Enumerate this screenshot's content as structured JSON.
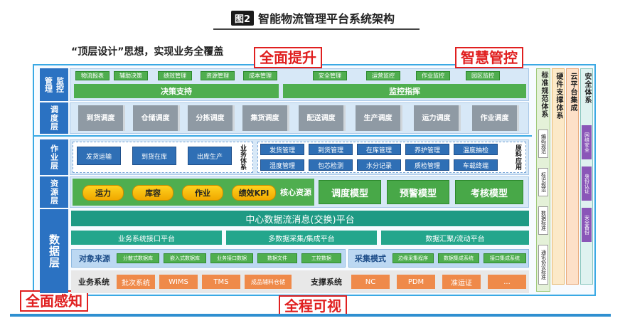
{
  "title": {
    "fig": "图2",
    "text": "智能物流管理平台系统架构"
  },
  "subtitle": "“顶层设计”思想，实现业务全覆盖",
  "callouts": [
    "全面提升",
    "智慧管控",
    "全面感知",
    "全程可视"
  ],
  "layers": {
    "mgmt": {
      "label_a": "管理",
      "label_b": "监控"
    },
    "dispatch": "调度层",
    "ops": "作业层",
    "resource": "资源层",
    "data": "数据层"
  },
  "mgmt_tabs": [
    "物流报表",
    "辅助决策",
    "绩效管理",
    "资源管理",
    "成本管理",
    "安全管理",
    "运营监控",
    "作业监控",
    "园区监控"
  ],
  "mgmt_bars": [
    "决策支持",
    "监控指挥"
  ],
  "dispatch_items": [
    "到货调度",
    "仓储调度",
    "分拣调度",
    "集货调度",
    "配送调度",
    "生产调度",
    "运力调度",
    "作业调度"
  ],
  "ops_left": [
    "发货运输",
    "到货在库",
    "出库生产"
  ],
  "ops_left_label": "业务体系",
  "ops_right": [
    "发货管理",
    "到货管理",
    "在库管理",
    "养护管理",
    "温度抽检",
    "湿度管理",
    "包芯检测",
    "水分记录",
    "质检管理",
    "车载终端"
  ],
  "ops_right_label": "原料应用",
  "resource_cyl": [
    "运力",
    "库容",
    "作业",
    "绩效KPI"
  ],
  "resource_label": "核心资源",
  "resource_models": [
    "调度模型",
    "预警模型",
    "考核模型"
  ],
  "data_bar": "中心数据流消息(交换)平台",
  "data_platforms": [
    "业务系统接口平台",
    "多数据采集/集成平台",
    "数据汇聚/流动平台"
  ],
  "source_label": "对象来源",
  "source_items": [
    "分散式数据库",
    "嵌入式数据库",
    "业务接口数据",
    "数据文件",
    "工控数据"
  ],
  "collect_label": "采集模式",
  "collect_items": [
    "边缘采集程序",
    "数据集成系统",
    "接口集成系统"
  ],
  "biz_label": "业务系统",
  "biz_items": [
    "批次系统",
    "WIMS",
    "TMS",
    "成品辅料仓储"
  ],
  "support_label": "支撑系统",
  "support_items": [
    "NC",
    "PDM",
    "准运证",
    "..."
  ],
  "right_cols": {
    "col1": "标准规范体系",
    "col1_sub": [
      "编码规范",
      "标识规范",
      "数据标准",
      "通讯协议标准"
    ],
    "col2": "硬件支撑体系",
    "col3": "云平台集成",
    "col4": "安全体系",
    "col4_sub": [
      "网络安全",
      "身份认证",
      "安全备份"
    ]
  }
}
